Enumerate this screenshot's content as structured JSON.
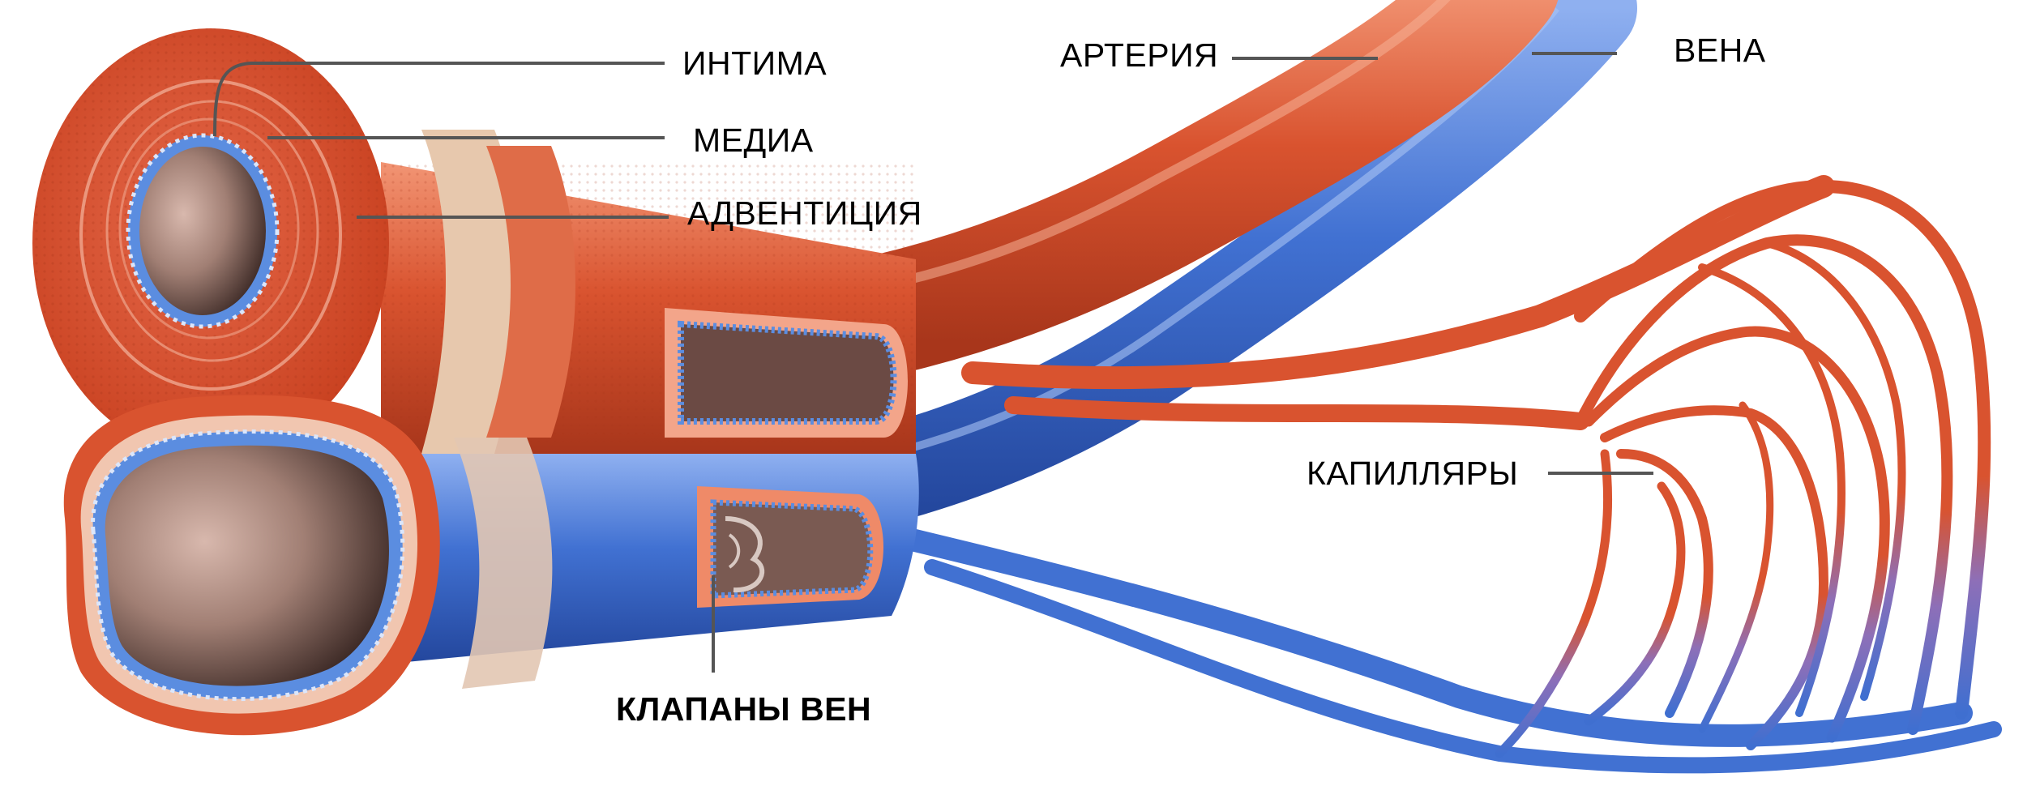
{
  "labels": {
    "intima": "ИНТИМА",
    "media": "МЕДИА",
    "adventitia": "АДВЕНТИЦИЯ",
    "artery": "АРТЕРИЯ",
    "vein": "ВЕНА",
    "capillaries": "КАПИЛЛЯРЫ",
    "vein_valves": "КЛАПАНЫ ВЕН"
  },
  "colors": {
    "artery": "#d8502f",
    "artery_dark": "#b8381c",
    "artery_light": "#f09070",
    "vein": "#3f6fd0",
    "vein_dark": "#2a4fa8",
    "vein_light": "#7fa4ea",
    "lumen": "#9c7a70",
    "endothelium": "#5b8de0",
    "fascia": "#e7c8ad",
    "leader": "#555555"
  }
}
